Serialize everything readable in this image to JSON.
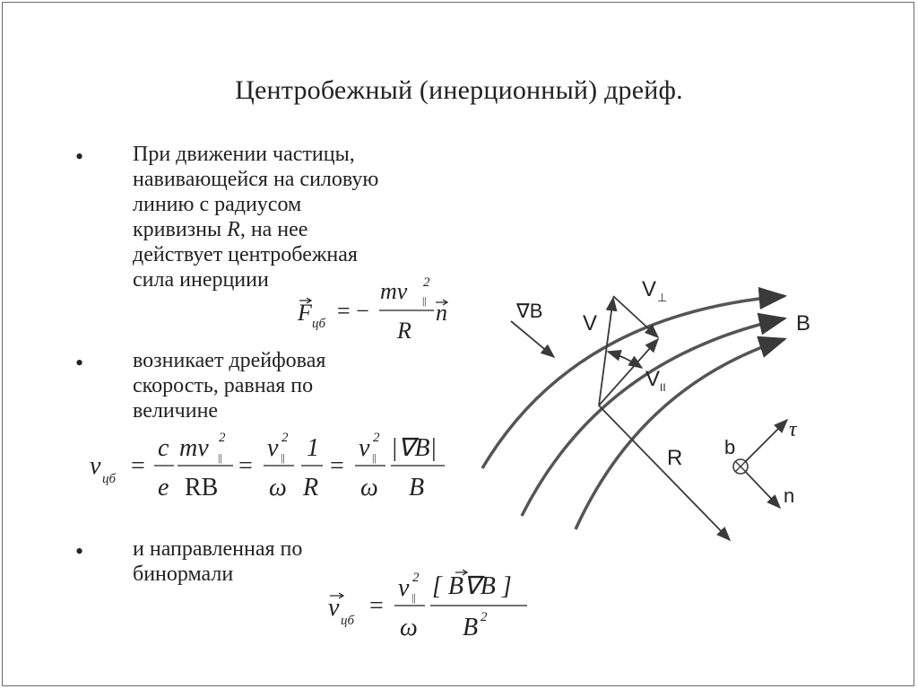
{
  "slide": {
    "title": "Центробежный (инерционный) дрейф.",
    "bullet_marker": "•",
    "bullets": [
      {
        "lines": [
          "При движении частицы,",
          "навивающейся на силовую",
          "линию с радиусом",
          "кривизны",
          "R",
          ", на нее",
          "действует центробежная",
          "сила инерциии"
        ]
      },
      {
        "lines": [
          "возникает дрейфовая",
          "скорость, равная по",
          "величине"
        ]
      },
      {
        "lines": [
          "и направленная по",
          "бинормали"
        ]
      }
    ],
    "formulas": {
      "force": {
        "lhs": "F",
        "lhs_sub": "цб",
        "eq": "= −",
        "num": "mv",
        "num_sup": "2",
        "num_sub": "||",
        "den": "R",
        "tail": "n"
      },
      "drift_magnitude": {
        "lhs": "v",
        "lhs_sub": "цб",
        "eq": "=",
        "f1_num": "c",
        "f1_den": "e",
        "f2_num": "mv",
        "f2_sup": "2",
        "f2_sub": "||",
        "f2_den": "RB",
        "f3_num": "v",
        "f3_sup": "2",
        "f3_sub": "||",
        "f3_den": "ω",
        "f4_num": "1",
        "f4_den": "R",
        "f5_num": "v",
        "f5_sup": "2",
        "f5_sub": "||",
        "f5_den": "ω",
        "f6_num": "|∇B|",
        "f6_den": "B"
      },
      "drift_vector": {
        "lhs": "v",
        "lhs_sub": "цб",
        "eq": "=",
        "f1_num": "v",
        "f1_sup": "2",
        "f1_sub": "||",
        "f1_den": "ω",
        "f2_num": "[ B∇B ]",
        "f2_den": "B",
        "f2_den_sup": "2"
      }
    },
    "diagram": {
      "grad_label": "∇B",
      "field_label": "B",
      "v_label": "V",
      "v_perp_label": "V",
      "v_perp_sub": "⊥",
      "v_par_label": "V",
      "v_par_sub": "II",
      "radius_label": "R",
      "binormal_label": "b",
      "tangent_label": "τ",
      "normal_label": "n"
    }
  }
}
